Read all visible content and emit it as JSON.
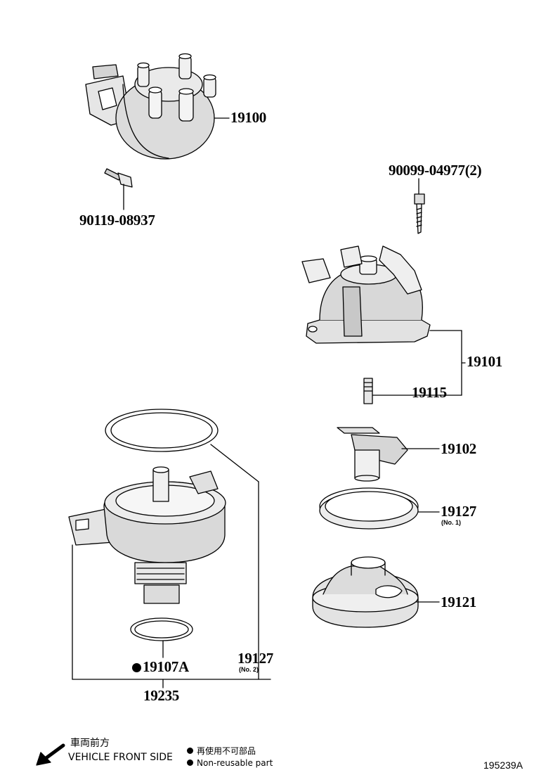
{
  "parts": {
    "distributor_assembly": "19100",
    "distributor_bolt": "90119-08937",
    "cap_screw": "90099-04977(2)",
    "distributor_cap": "19101",
    "carbon_brush": "19115",
    "rotor": "19102",
    "gasket_no1": "19127",
    "gasket_no1_note": "(No. 1)",
    "dust_proof_cover": "19121",
    "gasket_no2": "19127",
    "gasket_no2_note": "(No. 2)",
    "o_ring": "19107A",
    "housing_assembly": "19235"
  },
  "legend": {
    "front_jp": "車両前方",
    "front_en": "VEHICLE FRONT SIDE",
    "nonreusable_jp": "再使用不可部品",
    "nonreusable_en": "Non-reusable part"
  },
  "illustration_code": "195239A"
}
